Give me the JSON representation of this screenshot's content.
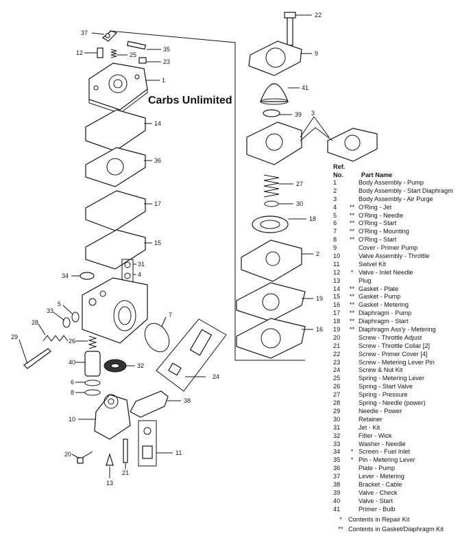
{
  "brand": "Carbs Unlimited",
  "legend": {
    "header_ref": "Ref.",
    "header_no": "No.",
    "header_name": "Part Name",
    "items": [
      {
        "no": "1",
        "mark": "",
        "name": "Body Assembly - Pump"
      },
      {
        "no": "2",
        "mark": "",
        "name": "Body Assembly - Start Diaphragm"
      },
      {
        "no": "3",
        "mark": "",
        "name": "Body Assembly - Air Purge"
      },
      {
        "no": "4",
        "mark": "**",
        "name": "O'Ring - Jet"
      },
      {
        "no": "5",
        "mark": "**",
        "name": "O'Ring - Needle"
      },
      {
        "no": "6",
        "mark": "**",
        "name": "O'Ring - Start"
      },
      {
        "no": "7",
        "mark": "**",
        "name": "O'Ring - Mounting"
      },
      {
        "no": "8",
        "mark": "**",
        "name": "O'Ring - Start"
      },
      {
        "no": "9",
        "mark": "",
        "name": "Cover - Primer Pump"
      },
      {
        "no": "10",
        "mark": "",
        "name": "Valve Assembly - Throttle"
      },
      {
        "no": "11",
        "mark": "",
        "name": "Swivel Kit"
      },
      {
        "no": "12",
        "mark": "*",
        "name": "Valve - Inlet Needle"
      },
      {
        "no": "13",
        "mark": "",
        "name": "Plug"
      },
      {
        "no": "14",
        "mark": "**",
        "name": "Gasket - Plate"
      },
      {
        "no": "15",
        "mark": "**",
        "name": "Gasket - Pump"
      },
      {
        "no": "16",
        "mark": "**",
        "name": "Gasket - Metering"
      },
      {
        "no": "17",
        "mark": "**",
        "name": "Diaphragm - Pump"
      },
      {
        "no": "18",
        "mark": "**",
        "name": "Diaphragm - Start"
      },
      {
        "no": "19",
        "mark": "**",
        "name": "Diaphragm Ass'y - Metering"
      },
      {
        "no": "20",
        "mark": "",
        "name": "Screw - Throttle Adjust"
      },
      {
        "no": "21",
        "mark": "",
        "name": "Screw - Throttle Collar  [2]"
      },
      {
        "no": "22",
        "mark": "",
        "name": "Screw - Primer Cover   [4]"
      },
      {
        "no": "23",
        "mark": "",
        "name": "Screw - Metering Lever Pin"
      },
      {
        "no": "24",
        "mark": "",
        "name": "Screw & Nut Kit"
      },
      {
        "no": "25",
        "mark": "",
        "name": "Spring - Metering Lever"
      },
      {
        "no": "26",
        "mark": "",
        "name": "Spring - Start Valve"
      },
      {
        "no": "27",
        "mark": "",
        "name": "Spring - Pressure"
      },
      {
        "no": "28",
        "mark": "",
        "name": "Spring - Needle (power)"
      },
      {
        "no": "29",
        "mark": "",
        "name": "Needle - Power"
      },
      {
        "no": "30",
        "mark": "",
        "name": "Retainer"
      },
      {
        "no": "31",
        "mark": "",
        "name": "Jet - Kit"
      },
      {
        "no": "32",
        "mark": "",
        "name": "Filter - Wick"
      },
      {
        "no": "33",
        "mark": "",
        "name": "Washer - Needle"
      },
      {
        "no": "34",
        "mark": "*",
        "name": "Screen - Fuel Inlet"
      },
      {
        "no": "35",
        "mark": "*",
        "name": "Pin - Metering Lever"
      },
      {
        "no": "36",
        "mark": "",
        "name": "Plate -  Pump"
      },
      {
        "no": "37",
        "mark": "",
        "name": "Lever - Metering"
      },
      {
        "no": "38",
        "mark": "",
        "name": "Bracket - Cable"
      },
      {
        "no": "39",
        "mark": "",
        "name": "Valve - Check"
      },
      {
        "no": "40",
        "mark": "",
        "name": "Valve - Start"
      },
      {
        "no": "41",
        "mark": "",
        "name": "Primer - Bulb"
      }
    ],
    "footnotes": [
      {
        "mark": "*",
        "text": "Contents in Repair Kit"
      },
      {
        "mark": "**",
        "text": "Contents in Gasket/Diaphragm Kit"
      }
    ]
  },
  "callouts": [
    "37",
    "35",
    "12",
    "25",
    "23",
    "1",
    "14",
    "36",
    "17",
    "15",
    "31",
    "4",
    "34",
    "5",
    "33",
    "7",
    "28",
    "29",
    "26",
    "40",
    "32",
    "6",
    "8",
    "24",
    "38",
    "10",
    "20",
    "21",
    "13",
    "11",
    "22",
    "9",
    "41",
    "39",
    "3",
    "27",
    "30",
    "18",
    "2",
    "19",
    "16"
  ]
}
